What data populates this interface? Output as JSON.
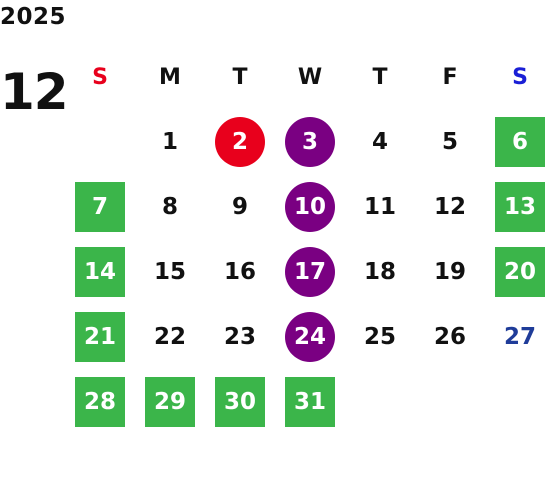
{
  "calendar": {
    "year": "2025",
    "month": "12",
    "weekdays": [
      {
        "label": "S",
        "color": "#e8001c"
      },
      {
        "label": "M",
        "color": "#111111"
      },
      {
        "label": "T",
        "color": "#111111"
      },
      {
        "label": "W",
        "color": "#111111"
      },
      {
        "label": "T",
        "color": "#111111"
      },
      {
        "label": "F",
        "color": "#111111"
      },
      {
        "label": "S",
        "color": "#1a1fd6"
      }
    ],
    "first_weekday_index": 1,
    "days": [
      {
        "label": "1",
        "style": "plain"
      },
      {
        "label": "2",
        "style": "red-circle"
      },
      {
        "label": "3",
        "style": "purple-circle"
      },
      {
        "label": "4",
        "style": "plain"
      },
      {
        "label": "5",
        "style": "plain"
      },
      {
        "label": "6",
        "style": "green-square"
      },
      {
        "label": "7",
        "style": "green-square"
      },
      {
        "label": "8",
        "style": "plain"
      },
      {
        "label": "9",
        "style": "plain"
      },
      {
        "label": "10",
        "style": "purple-circle"
      },
      {
        "label": "11",
        "style": "plain"
      },
      {
        "label": "12",
        "style": "plain"
      },
      {
        "label": "13",
        "style": "green-square"
      },
      {
        "label": "14",
        "style": "green-square"
      },
      {
        "label": "15",
        "style": "plain"
      },
      {
        "label": "16",
        "style": "plain"
      },
      {
        "label": "17",
        "style": "purple-circle"
      },
      {
        "label": "18",
        "style": "plain"
      },
      {
        "label": "19",
        "style": "plain"
      },
      {
        "label": "20",
        "style": "green-square"
      },
      {
        "label": "21",
        "style": "green-square"
      },
      {
        "label": "22",
        "style": "plain"
      },
      {
        "label": "23",
        "style": "plain"
      },
      {
        "label": "24",
        "style": "purple-circle"
      },
      {
        "label": "25",
        "style": "plain"
      },
      {
        "label": "26",
        "style": "plain"
      },
      {
        "label": "27",
        "style": "blue-text"
      },
      {
        "label": "28",
        "style": "green-square"
      },
      {
        "label": "29",
        "style": "green-square"
      },
      {
        "label": "30",
        "style": "green-square"
      },
      {
        "label": "31",
        "style": "green-square"
      }
    ]
  },
  "colors": {
    "green": "#3bb54a",
    "red": "#e8001c",
    "purple": "#7a0082",
    "blue_text": "#1f3c99",
    "text": "#111111"
  }
}
